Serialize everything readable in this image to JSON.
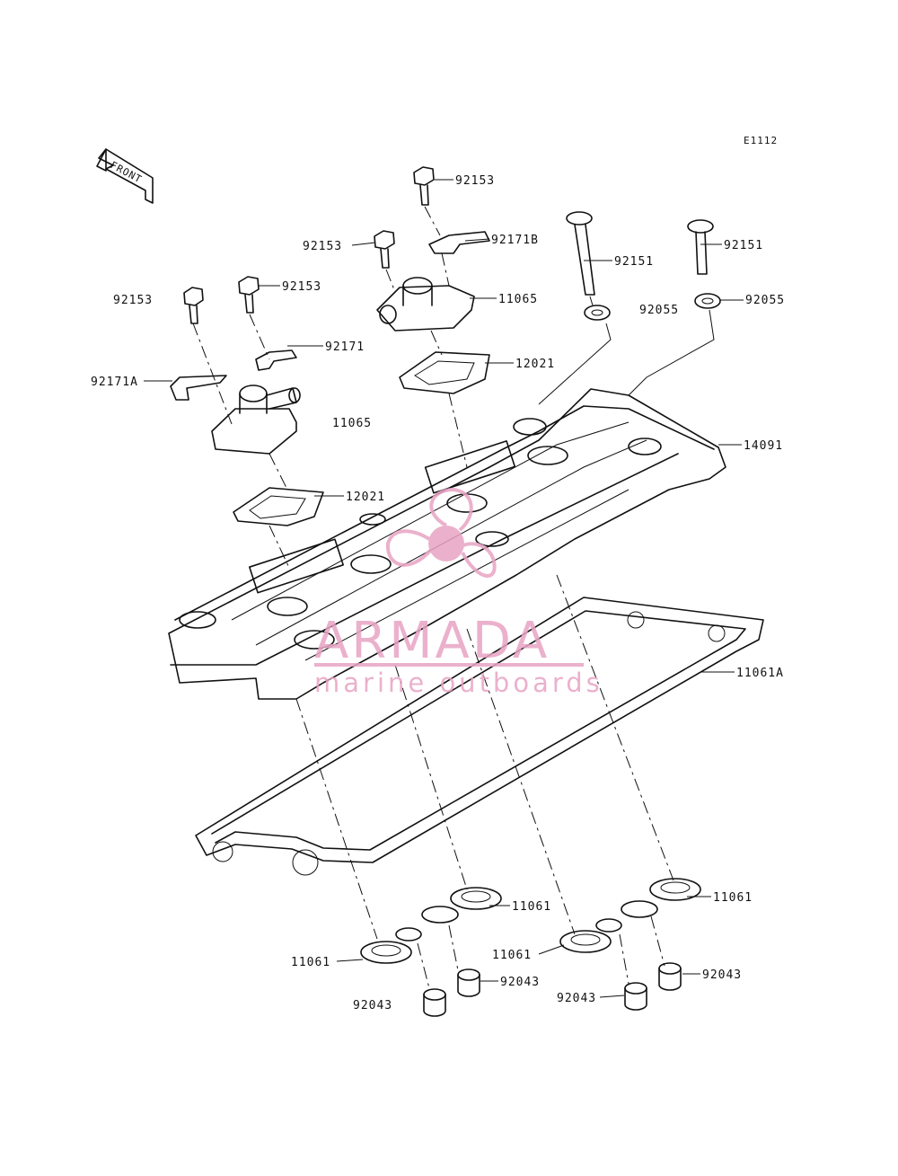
{
  "diagram_code": "E1112",
  "front_arrow": {
    "label": "FRONT",
    "icon": "front-direction-arrow-icon"
  },
  "labels": [
    "92153",
    "92171B",
    "92151",
    "92151",
    "92153",
    "92055",
    "92055",
    "11065",
    "92153",
    "92153",
    "92171",
    "12021",
    "92171A",
    "14091",
    "11065",
    "12021",
    "11061A",
    "11061",
    "11061",
    "11061",
    "11061",
    "92043",
    "92043",
    "92043",
    "92043"
  ],
  "watermark": {
    "brand": "ARMADA",
    "tagline": "marine outboards",
    "color": "#e8a4c4",
    "logo": "propeller-logo-icon"
  },
  "colors": {
    "line": "#111111",
    "background": "#ffffff"
  }
}
